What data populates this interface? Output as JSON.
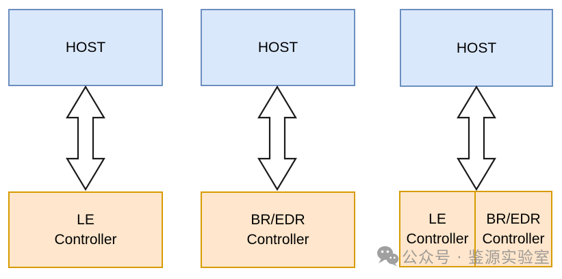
{
  "diagram": {
    "columns": [
      {
        "host_label": "HOST",
        "controllers": [
          {
            "label": "LE\nController"
          }
        ]
      },
      {
        "host_label": "HOST",
        "controllers": [
          {
            "label": "BR/EDR\nController"
          }
        ]
      },
      {
        "host_label": "HOST",
        "controllers": [
          {
            "label": "LE\nController"
          },
          {
            "label": "BR/EDR\nController"
          }
        ]
      }
    ],
    "connector": "double-headed-vertical-arrow"
  },
  "watermark": {
    "icon": "wechat-icon",
    "text": "公众号 · 鉴源实验室"
  },
  "colors": {
    "background": "#ffffff",
    "host_fill": "#dae8fc",
    "host_stroke": "#6c8ebf",
    "controller_fill": "#ffe6cc",
    "controller_stroke": "#d79b00",
    "arrow_stroke": "#1a1a1a",
    "text_color": "#000000",
    "watermark_color": "#8c8c8c"
  }
}
